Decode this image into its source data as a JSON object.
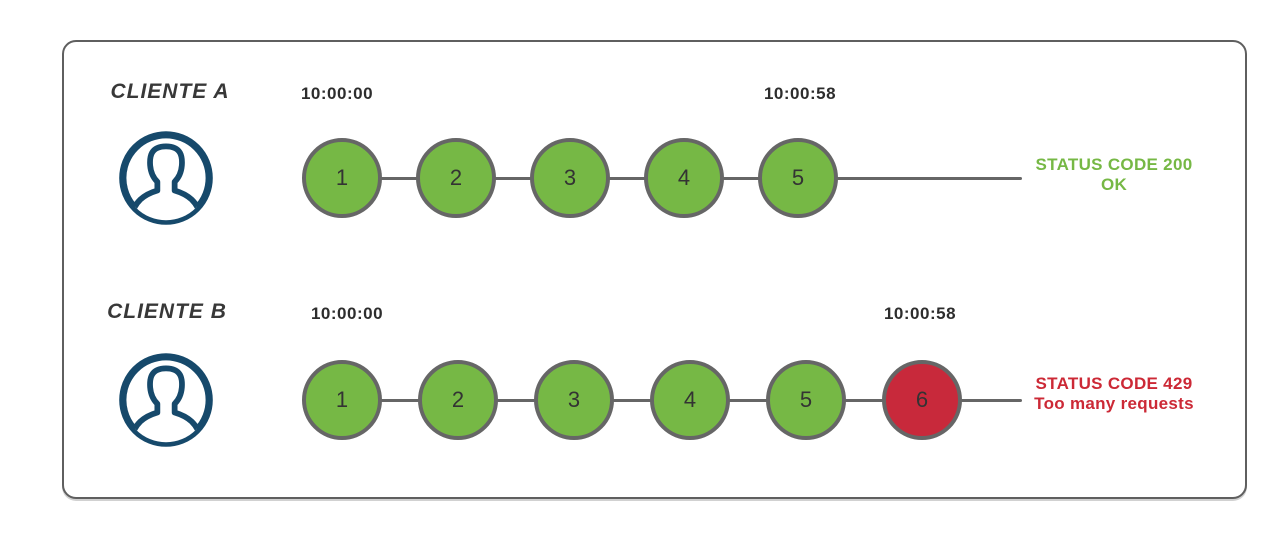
{
  "clients": [
    {
      "name": "CLIENTE A",
      "window_start": "10:00:00",
      "window_end": "10:00:58",
      "requests": [
        {
          "label": "1",
          "status": "success"
        },
        {
          "label": "2",
          "status": "success"
        },
        {
          "label": "3",
          "status": "success"
        },
        {
          "label": "4",
          "status": "success"
        },
        {
          "label": "5",
          "status": "success"
        }
      ],
      "status_line1": "STATUS CODE 200",
      "status_line2": "OK"
    },
    {
      "name": "CLIENTE B",
      "window_start": "10:00:00",
      "window_end": "10:00:58",
      "requests": [
        {
          "label": "1",
          "status": "success"
        },
        {
          "label": "2",
          "status": "success"
        },
        {
          "label": "3",
          "status": "success"
        },
        {
          "label": "4",
          "status": "success"
        },
        {
          "label": "5",
          "status": "success"
        },
        {
          "label": "6",
          "status": "error"
        }
      ],
      "status_line1": "STATUS CODE 429",
      "status_line2": "Too many requests"
    }
  ],
  "colors": {
    "success_green": "#76b845",
    "error_red": "#c8293b",
    "status_red_text": "#cc2936",
    "stroke_gray": "#666666",
    "avatar_navy": "#16496b",
    "text_dark": "#2d2d2d"
  }
}
